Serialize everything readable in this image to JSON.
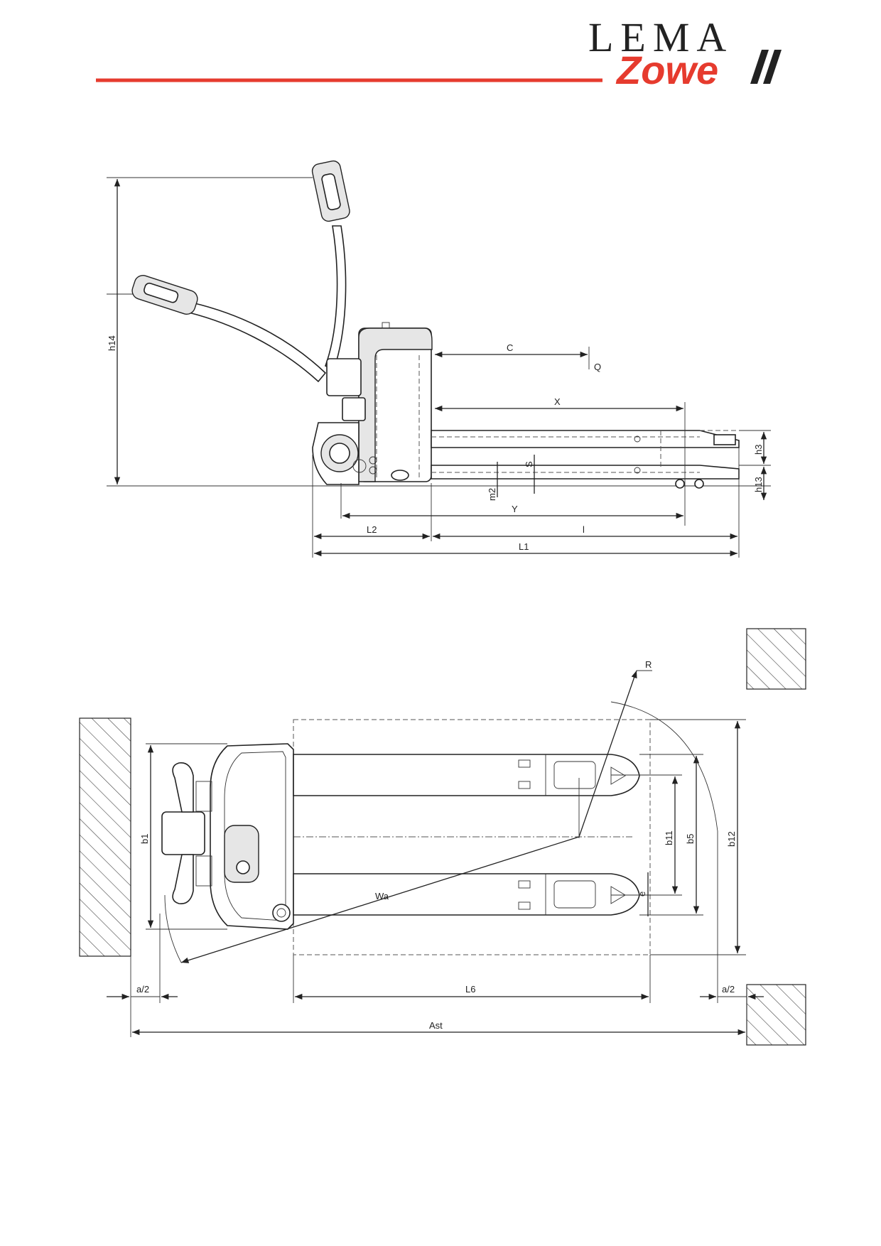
{
  "header": {
    "logo_line1": "LEMA",
    "logo_line2": "Zowe",
    "accent_color": "#e63b2e",
    "text_color": "#222222"
  },
  "side_view": {
    "labels": {
      "h14": "h14",
      "c": "C",
      "q": "Q",
      "x": "X",
      "s": "S",
      "m2": "m2",
      "h3": "h3",
      "h13": "h13",
      "y": "Y",
      "l2": "L2",
      "l": "l",
      "l1": "L1"
    }
  },
  "top_view": {
    "labels": {
      "r": "R",
      "b1": "b1",
      "b11": "b11",
      "b5": "b5",
      "b12": "b12",
      "e": "e",
      "wa": "Wa",
      "a2_left": "a/2",
      "a2_right": "a/2",
      "l6": "L6",
      "ast": "Ast"
    }
  }
}
